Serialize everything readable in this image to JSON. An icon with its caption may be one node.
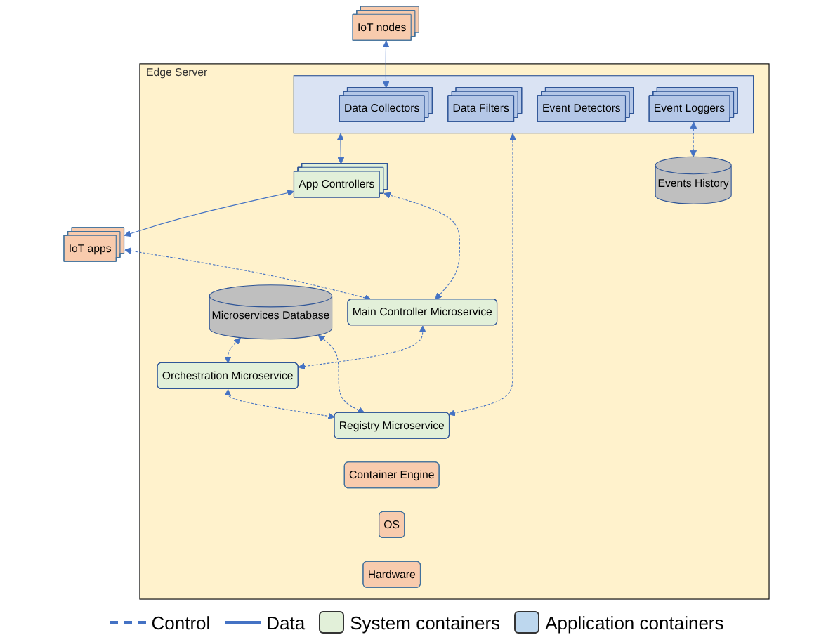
{
  "diagram": {
    "nodes": [
      {
        "text": [
          "Edge Server"
        ]
      },
      {
        "text": [
          "IoT nodes"
        ]
      },
      {
        "text": [],
        "shape": "box",
        "in": 0
      },
      {
        "text": [
          "Data Collectors"
        ],
        "in": 2
      },
      {
        "text": [
          "Data Filters"
        ],
        "in": 2
      },
      {
        "text": [
          "Event Detectors"
        ],
        "in": 2
      },
      {
        "text": [
          "Event Loggers"
        ],
        "in": 2
      },
      {
        "text": [
          "App Controllers"
        ],
        "in": 0
      },
      {
        "text": [
          "Microservices Database"
        ],
        "in": 0
      },
      {
        "text": [
          "Events History"
        ],
        "in": 0
      },
      {
        "text": [
          "IoT apps"
        ]
      },
      {
        "text": [
          "Main Controller Microservice"
        ],
        "in": 0
      },
      {
        "text": [
          "Orchestration Microservice"
        ],
        "in": 0
      },
      {
        "text": [
          "Registry Microservice"
        ],
        "in": 0
      },
      {
        "text": [
          "Container Engine"
        ],
        "in": 0
      },
      {
        "text": [
          "OS"
        ],
        "in": 0
      },
      {
        "text": [
          "Hardware"
        ],
        "in": 0
      }
    ],
    "edges": [
      {
        "from": 1,
        "to": 3,
        "arrow": "both"
      },
      {
        "from": 2,
        "to": 7,
        "arrow": "both"
      },
      {
        "from": 7,
        "to": 10,
        "arrow": "both"
      },
      {
        "from": 6,
        "to": 9,
        "arrow": "both",
        "style": "dashed"
      },
      {
        "from": 7,
        "to": 11,
        "arrow": "both",
        "style": "dashed"
      },
      {
        "from": 8,
        "to": 12,
        "arrow": "both",
        "style": "dashed"
      },
      {
        "from": 8,
        "to": 13,
        "arrow": "both",
        "style": "dashed"
      },
      {
        "from": 2,
        "to": 13,
        "arrow": "both",
        "style": "dashed"
      },
      {
        "from": 10,
        "to": 11,
        "arrow": "both",
        "style": "dashed"
      },
      {
        "from": 11,
        "to": 12,
        "arrow": "both",
        "style": "dashed"
      },
      {
        "from": 12,
        "to": 13,
        "arrow": "both",
        "style": "dashed"
      }
    ],
    "legend": [
      {
        "text": "Control"
      },
      {
        "text": "Data"
      },
      {
        "text": "System containers",
        "color": "#e2f0d9"
      },
      {
        "text": "Application containers",
        "color": "#bdd7ee"
      }
    ]
  }
}
